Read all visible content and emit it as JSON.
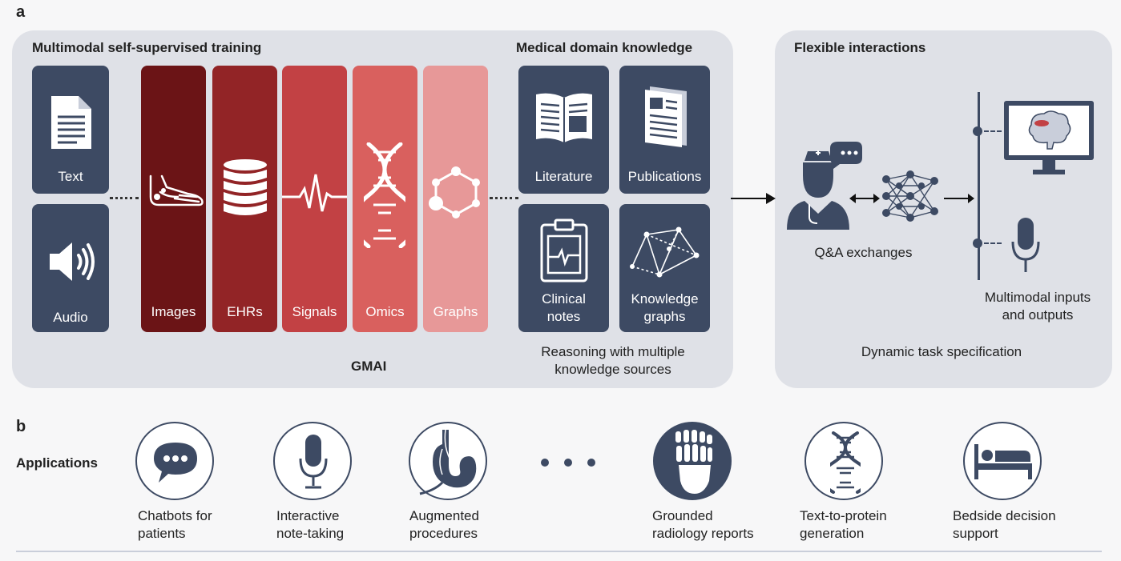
{
  "panel_a": {
    "letter": "a",
    "training_title": "Multimodal self-supervised training",
    "knowledge_title": "Medical domain knowledge",
    "tiles_left": [
      {
        "label": "Text",
        "icon": "document-icon"
      },
      {
        "label": "Audio",
        "icon": "speaker-icon"
      }
    ],
    "columns": [
      {
        "label": "Images",
        "icon": "foot-xray-icon",
        "color": "#6b1416"
      },
      {
        "label": "EHRs",
        "icon": "database-icon",
        "color": "#922426"
      },
      {
        "label": "Signals",
        "icon": "waveform-icon",
        "color": "#c24144"
      },
      {
        "label": "Omics",
        "icon": "dna-icon",
        "color": "#d9605e"
      },
      {
        "label": "Graphs",
        "icon": "graph-network-icon",
        "color": "#e79898"
      }
    ],
    "knowledge_tiles": [
      {
        "label": "Literature",
        "icon": "open-book-icon"
      },
      {
        "label": "Publications",
        "icon": "publication-icon"
      },
      {
        "label": "Clinical notes",
        "line1": "Clinical",
        "line2": "notes",
        "icon": "clipboard-icon"
      },
      {
        "label": "Knowledge graphs",
        "line1": "Knowledge",
        "line2": "graphs",
        "icon": "knowledge-graph-icon"
      }
    ],
    "center_label": "GMAI",
    "reasoning_line1": "Reasoning with multiple",
    "reasoning_line2": "knowledge sources"
  },
  "panel_flex": {
    "title": "Flexible interactions",
    "qa_label": "Q&A exchanges",
    "multimodal_line1": "Multimodal inputs",
    "multimodal_line2": "and outputs",
    "dynamic_label": "Dynamic task specification"
  },
  "panel_b": {
    "letter": "b",
    "label": "Applications",
    "apps": [
      {
        "line1": "Chatbots for",
        "line2": "patients",
        "icon": "chat-bubble-icon"
      },
      {
        "line1": "Interactive",
        "line2": "note-taking",
        "icon": "microphone-icon"
      },
      {
        "line1": "Augmented",
        "line2": "procedures",
        "icon": "stomach-icon"
      },
      {
        "line1": "Grounded",
        "line2": "radiology reports",
        "icon": "foot-xray-icon"
      },
      {
        "line1": "Text-to-protein",
        "line2": "generation",
        "icon": "dna-icon"
      },
      {
        "line1": "Bedside decision",
        "line2": "support",
        "icon": "bed-icon"
      }
    ]
  },
  "colors": {
    "navy": "#3d4a63",
    "panel": "#dfe1e7"
  }
}
